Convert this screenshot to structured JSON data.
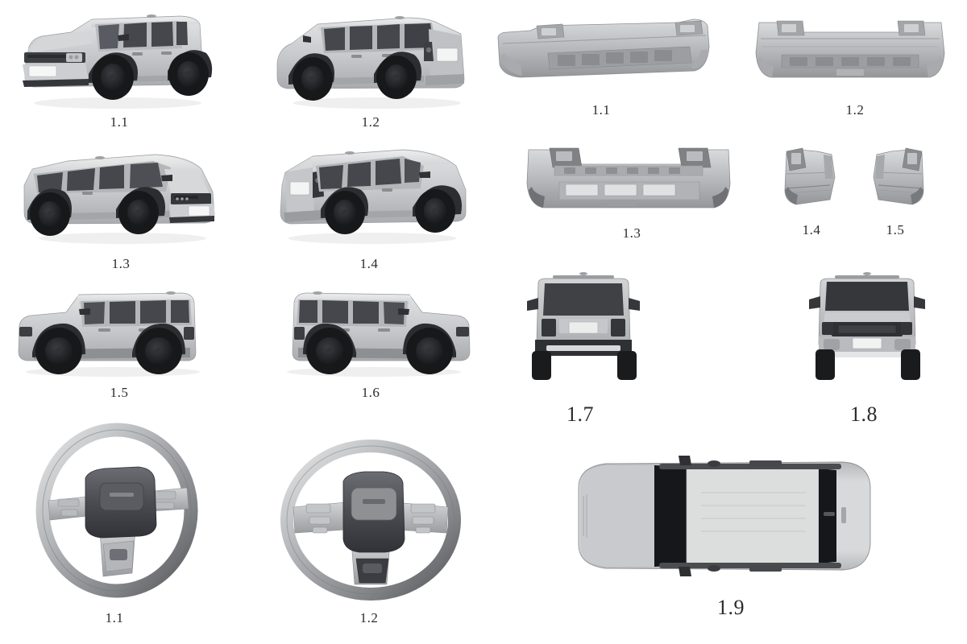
{
  "document": {
    "type": "vehicle-design-patent-drawing-sheet",
    "background_color": "#ffffff",
    "body_color": "#c9cacc",
    "glass_color": "#4a4c50",
    "tire_color": "#1b1c1e",
    "caption_color": "#2b2b2b"
  },
  "figures": {
    "left_column": [
      {
        "id": "suv-front-three-quarter",
        "label": "1.1",
        "view": "front three-quarter"
      },
      {
        "id": "suv-rear-three-quarter",
        "label": "1.2",
        "view": "rear three-quarter"
      },
      {
        "id": "suv-front-three-quarter-right",
        "label": "1.3",
        "view": "front three-quarter right"
      },
      {
        "id": "suv-rear-three-quarter-right",
        "label": "1.4",
        "view": "rear three-quarter right"
      },
      {
        "id": "suv-side-left",
        "label": "1.5",
        "view": "left side"
      },
      {
        "id": "suv-side-right",
        "label": "1.6",
        "view": "right side"
      }
    ],
    "right_column": [
      {
        "id": "bumper-three-quarter",
        "label": "1.1",
        "view": "rear bumper three-quarter"
      },
      {
        "id": "bumper-rear",
        "label": "1.2",
        "view": "rear bumper rear"
      },
      {
        "id": "bumper-inner",
        "label": "1.3",
        "view": "rear bumper inner"
      },
      {
        "id": "bumper-corner-left",
        "label": "1.4",
        "view": "bumper corner left"
      },
      {
        "id": "bumper-corner-right",
        "label": "1.5",
        "view": "bumper corner right"
      },
      {
        "id": "suv-rear-elevation",
        "label": "1.7",
        "view": "rear elevation"
      },
      {
        "id": "suv-front-elevation",
        "label": "1.8",
        "view": "front elevation"
      },
      {
        "id": "suv-top-plan",
        "label": "1.9",
        "view": "top plan"
      }
    ],
    "bottom_row": [
      {
        "id": "steering-wheel-angled",
        "label": "1.1",
        "view": "steering wheel angled"
      },
      {
        "id": "steering-wheel-front",
        "label": "1.2",
        "view": "steering wheel front"
      }
    ]
  }
}
